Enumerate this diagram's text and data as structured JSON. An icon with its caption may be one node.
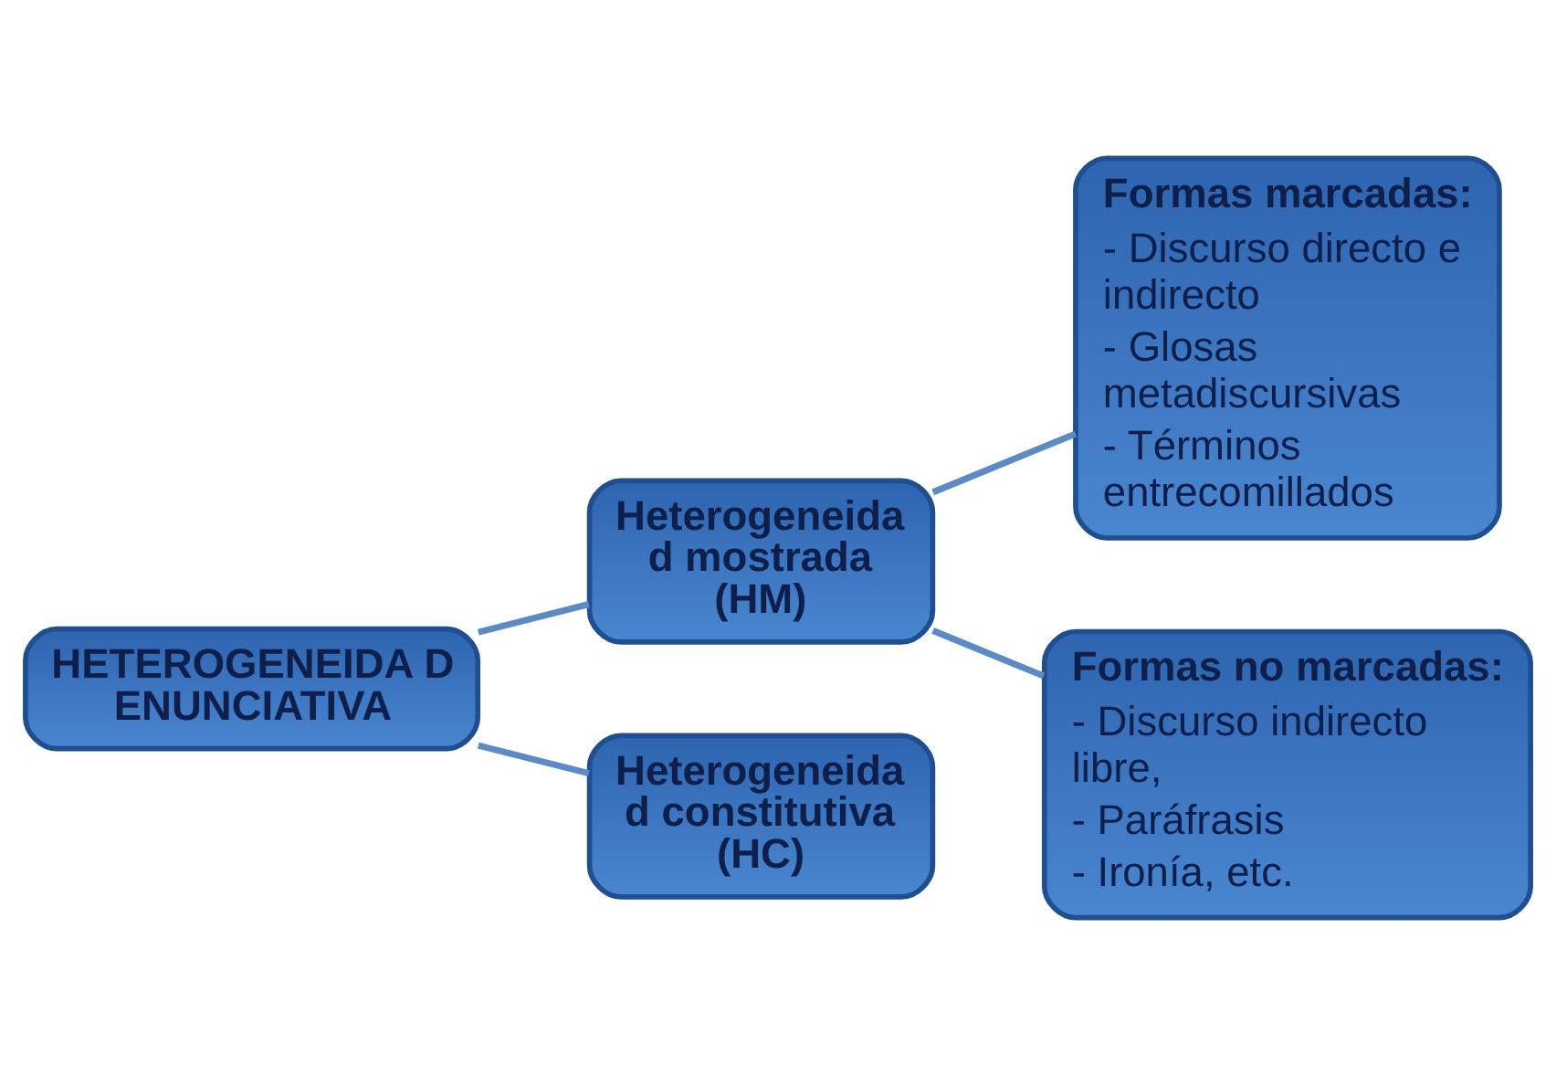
{
  "diagram": {
    "nodes": [
      {
        "text": [
          "HETEROGENEIDA D ENUNCIATIVA"
        ]
      },
      {
        "text": [
          "Heterogeneida d mostrada (HM)"
        ]
      },
      {
        "text": [
          "Heterogeneida d constitutiva (HC)"
        ]
      },
      {
        "text": [
          "Formas marcadas:",
          "- Discurso directo e indirecto",
          "- Glosas metadiscursivas",
          "- Términos entrecomillados"
        ]
      },
      {
        "text": [
          "Formas no marcadas:",
          "- Discurso indirecto libre,",
          "- Paráfrasis",
          "- Ironía, etc."
        ]
      }
    ],
    "edges": [
      {
        "from": 0,
        "to": 1,
        "arrow": "none"
      },
      {
        "from": 0,
        "to": 2,
        "arrow": "none"
      },
      {
        "from": 1,
        "to": 3,
        "arrow": "none"
      },
      {
        "from": 1,
        "to": 4,
        "arrow": "none"
      }
    ]
  }
}
